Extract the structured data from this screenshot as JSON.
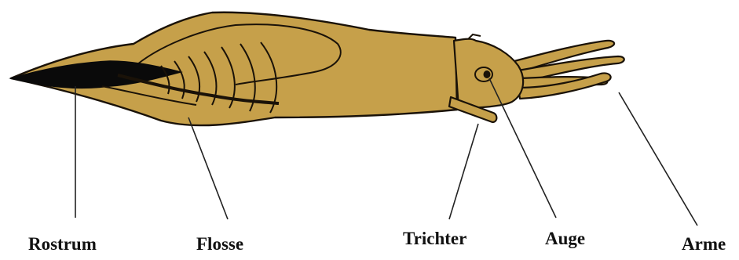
{
  "labels": {
    "rostrum": "Rostrum",
    "flosse": "Flosse",
    "trichter": "Trichter",
    "auge": "Auge",
    "arme": "Arme"
  },
  "colors": {
    "body_fill": "#c6a04a",
    "outline": "#1a1208",
    "rostrum_fill": "#0a0a0a",
    "leader_line": "#222222"
  }
}
